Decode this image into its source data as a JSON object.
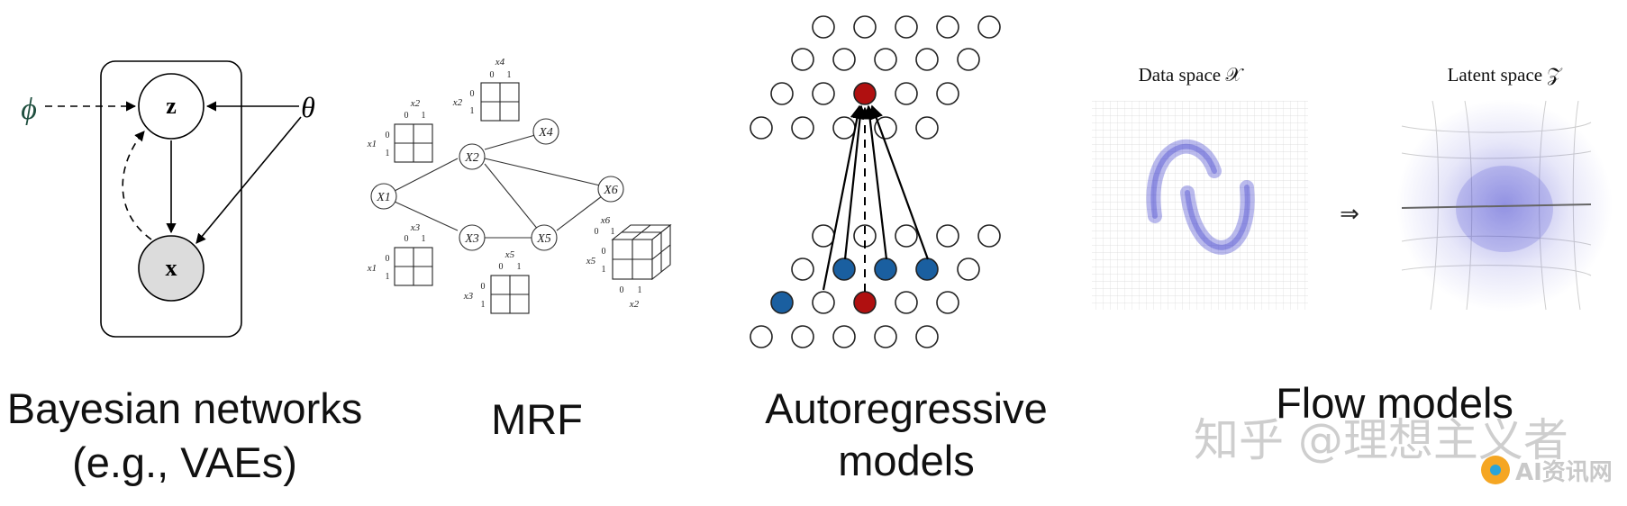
{
  "captions": {
    "bayes_line1": "Bayesian networks",
    "bayes_line2": "(e.g., VAEs)",
    "mrf": "MRF",
    "autoreg_line1": "Autoregressive",
    "autoreg_line2": "models",
    "flow": "Flow models"
  },
  "bayes": {
    "phi": "ϕ",
    "theta": "θ",
    "z": "z",
    "x": "x"
  },
  "mrf": {
    "nodes": [
      "X1",
      "X2",
      "X3",
      "X4",
      "X5",
      "X6"
    ],
    "table_x2_header": "x2",
    "table_x4_header": "x4",
    "table_x3_header": "x3",
    "table_x5_header": "x5",
    "table_x6_header": "x6",
    "row_x1": "x1",
    "row_x2": "x2",
    "row_x3": "x3",
    "row_x5": "x5",
    "bit0": "0",
    "bit1": "1"
  },
  "flow": {
    "data_space_label": "Data space 𝒳",
    "latent_space_label": "Latent space 𝒵",
    "arrow": "⇒"
  },
  "watermark": {
    "text": "知乎 @理想主义者",
    "logo_text": "AI资讯网"
  },
  "colors": {
    "red_node": "#b01010",
    "blue_node": "#1a5fa0",
    "grey_node": "#dcdcdc",
    "scatter": "#3a3acc"
  }
}
